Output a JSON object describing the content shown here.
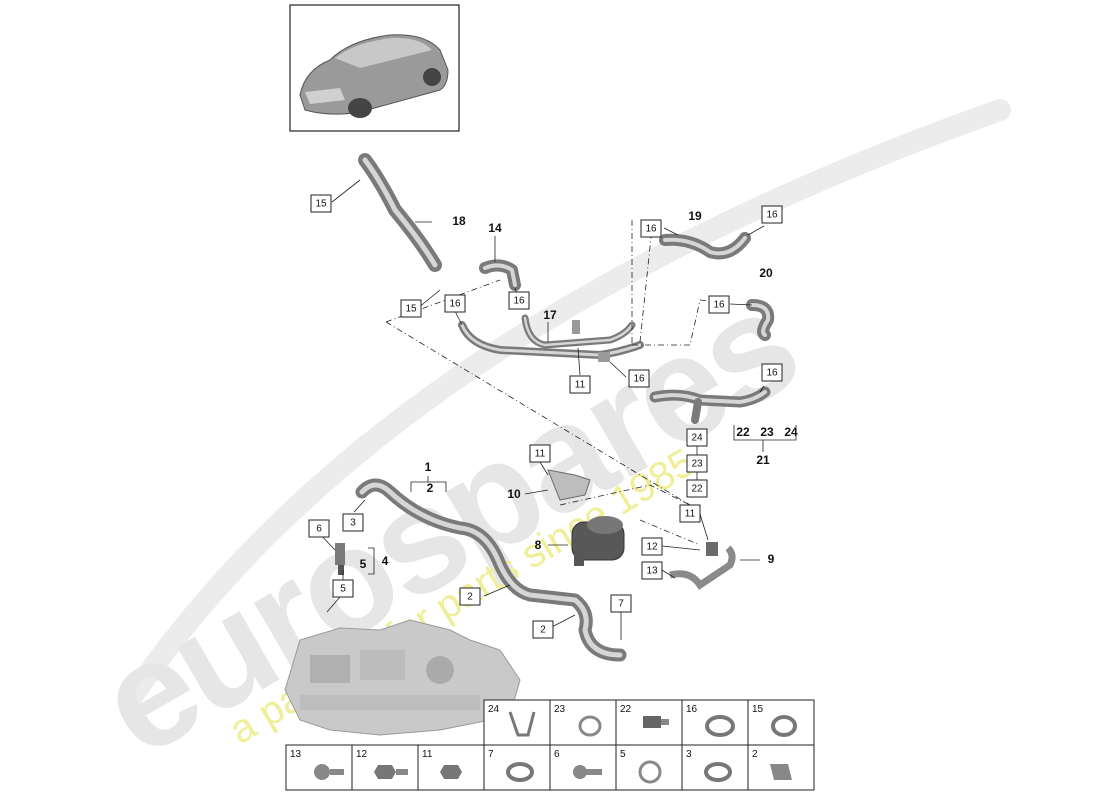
{
  "watermark": {
    "brand": "eurospares",
    "tagline": "a passion for parts since 1985"
  },
  "thumbnail": {
    "icon": "car-icon"
  },
  "callouts": {
    "c15a": "15",
    "c15b": "15",
    "c16a": "16",
    "c16b": "16",
    "c16c": "16",
    "c16d": "16",
    "c16e": "16",
    "c16f": "16",
    "c16g": "16",
    "c11a": "11",
    "c11b": "11",
    "c11c": "11",
    "c24": "24",
    "c23": "23",
    "c22": "22",
    "c3": "3",
    "c6": "6",
    "c5": "5",
    "c2a": "2",
    "c2b": "2",
    "c7": "7",
    "c12": "12",
    "c13": "13"
  },
  "labels": {
    "l18": "18",
    "l14": "14",
    "l19": "19",
    "l20": "20",
    "l17": "17",
    "l22": "22",
    "l23": "23",
    "l24": "24",
    "l21": "21",
    "l1": "1",
    "l2": "2",
    "l10": "10",
    "l4": "4",
    "l5": "5",
    "l8": "8",
    "l9": "9"
  },
  "legend": {
    "row1": [
      "24",
      "23",
      "22",
      "16",
      "15"
    ],
    "row2": [
      "13",
      "12",
      "11",
      "7",
      "6",
      "5",
      "3",
      "2"
    ]
  }
}
